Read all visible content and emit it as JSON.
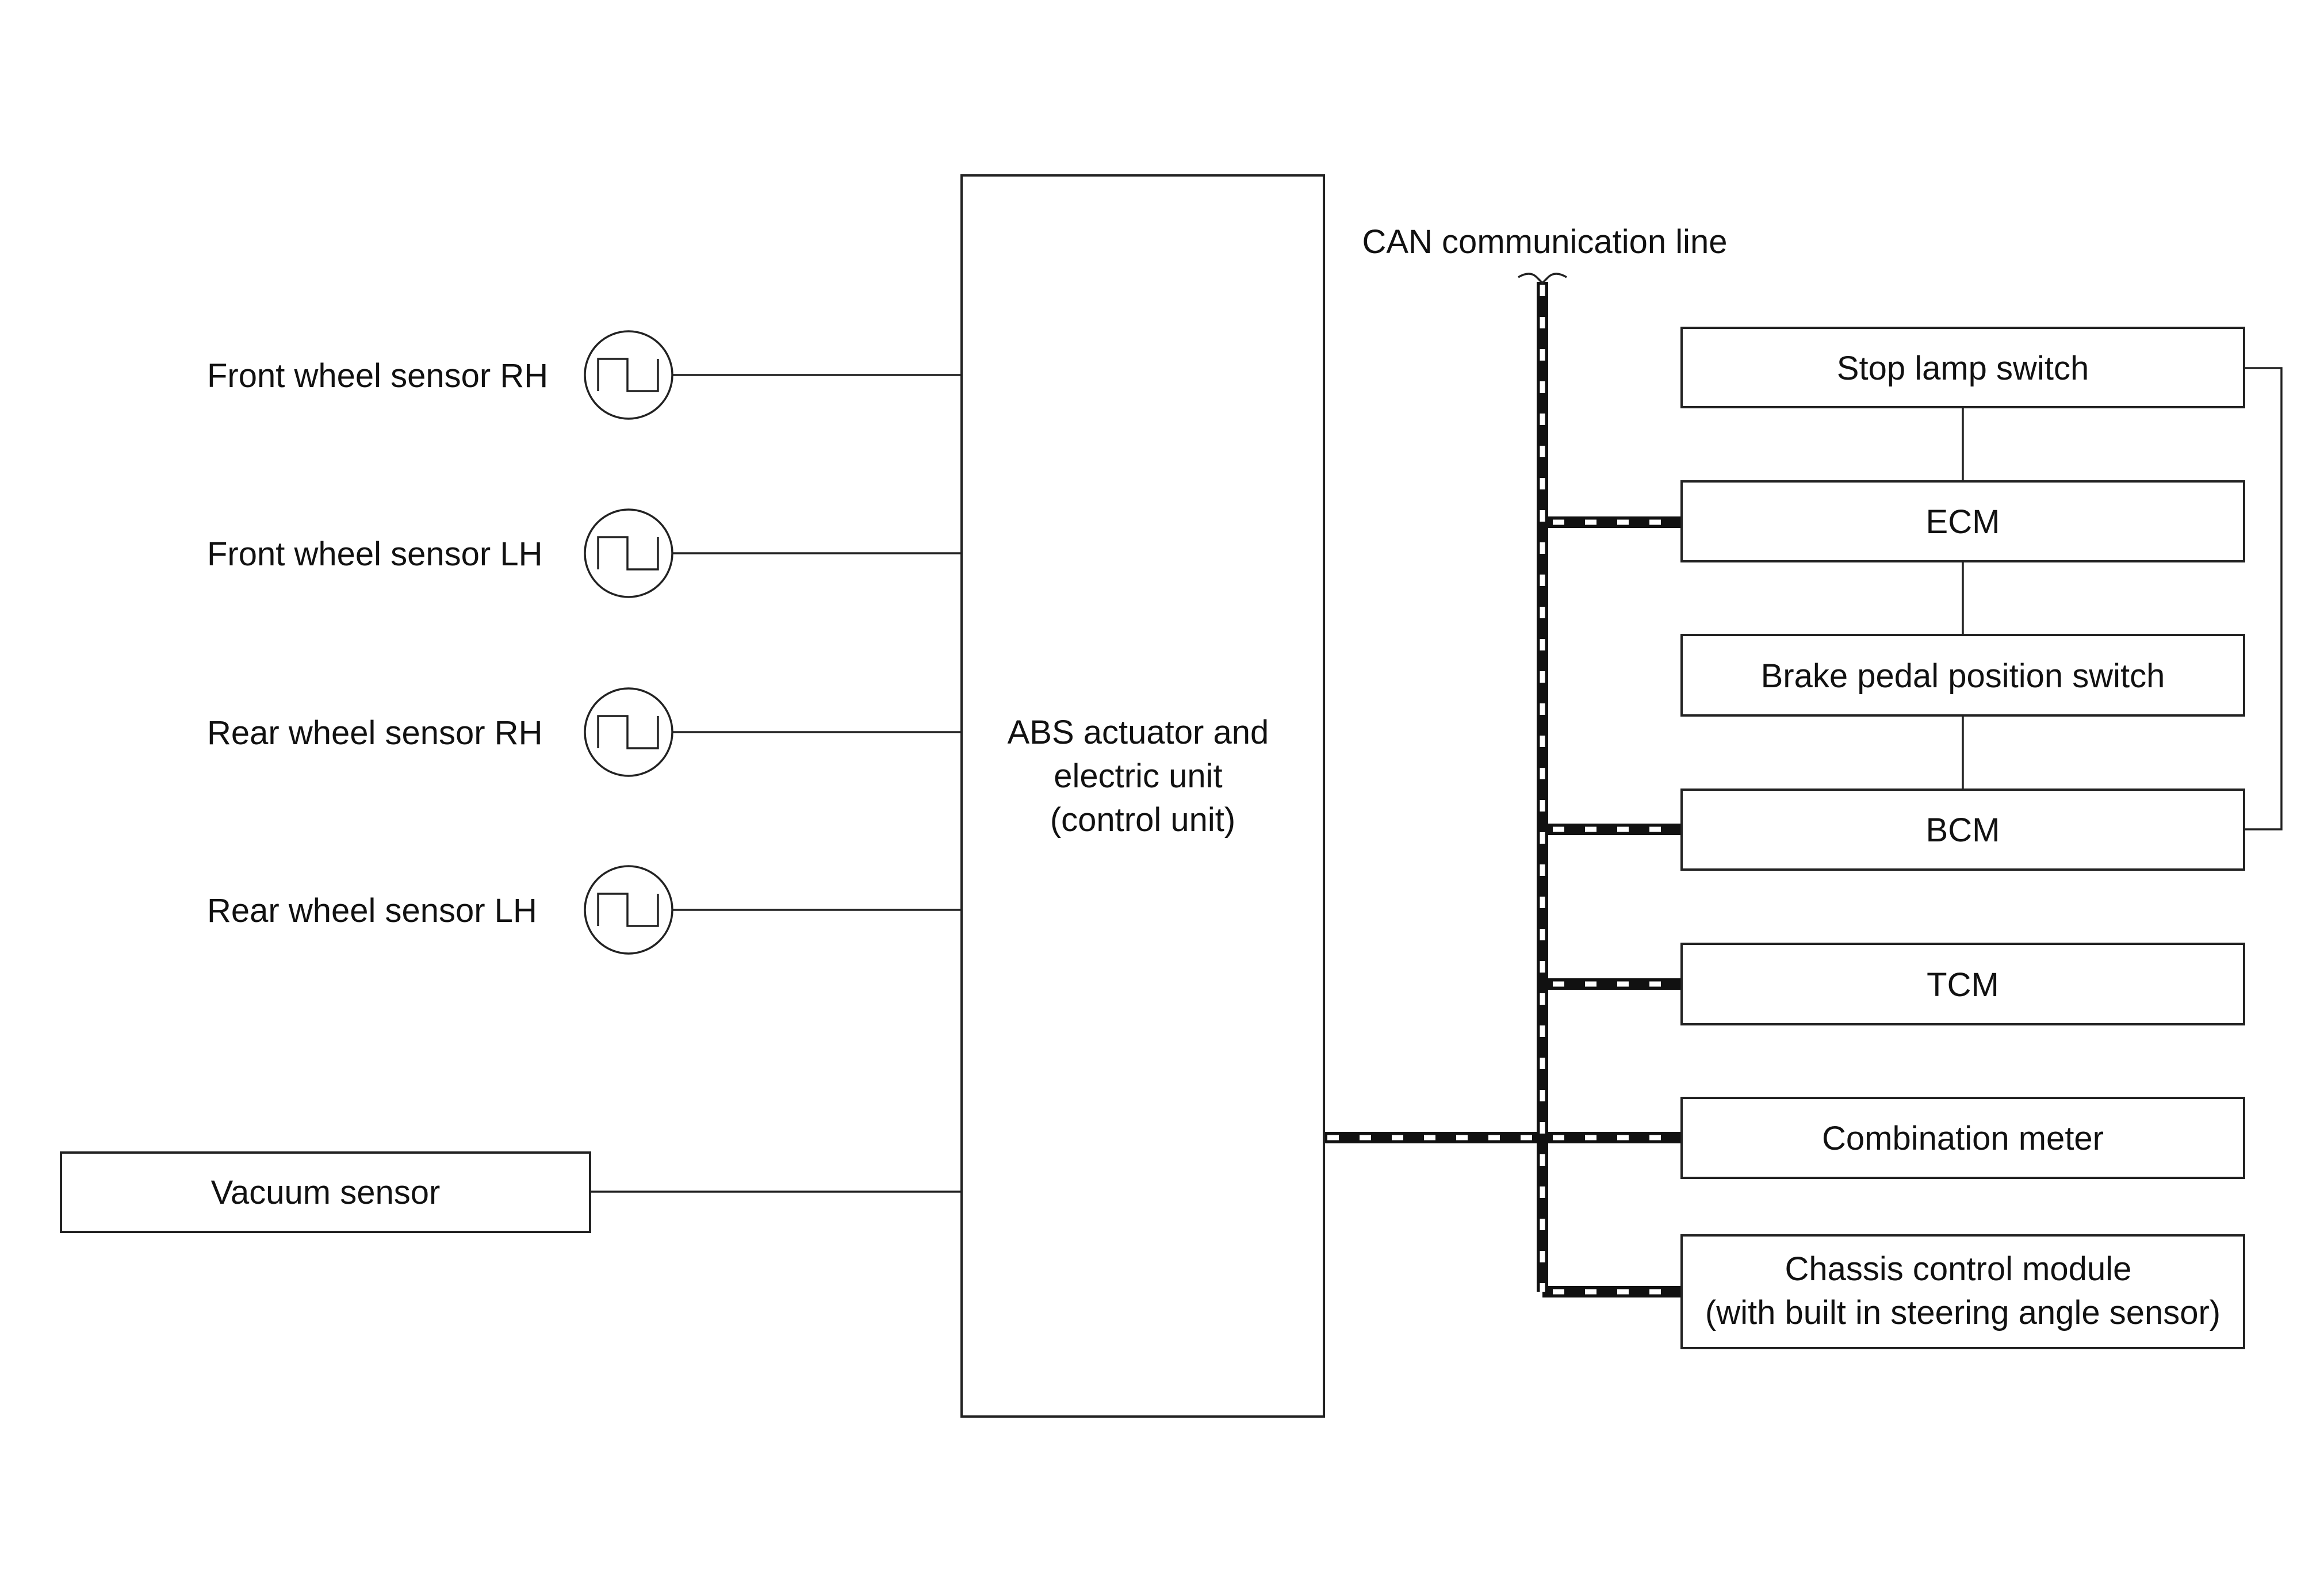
{
  "diagram": {
    "can_label": "CAN communication line",
    "abs_unit": {
      "lines": [
        "ABS actuator and",
        "electric unit",
        "(control unit)"
      ]
    },
    "sensors": [
      {
        "label": "Front wheel sensor RH"
      },
      {
        "label": "Front wheel sensor LH"
      },
      {
        "label": "Rear wheel sensor RH"
      },
      {
        "label": "Rear wheel sensor LH"
      }
    ],
    "vacuum_sensor": "Vacuum sensor",
    "modules": [
      {
        "label": "Stop lamp switch"
      },
      {
        "label": "ECM"
      },
      {
        "label": "Brake pedal position switch"
      },
      {
        "label": "BCM"
      },
      {
        "label": "TCM"
      },
      {
        "label": "Combination meter"
      },
      {
        "label_lines": [
          "Chassis control module",
          "(with built in steering angle sensor)"
        ]
      }
    ]
  }
}
